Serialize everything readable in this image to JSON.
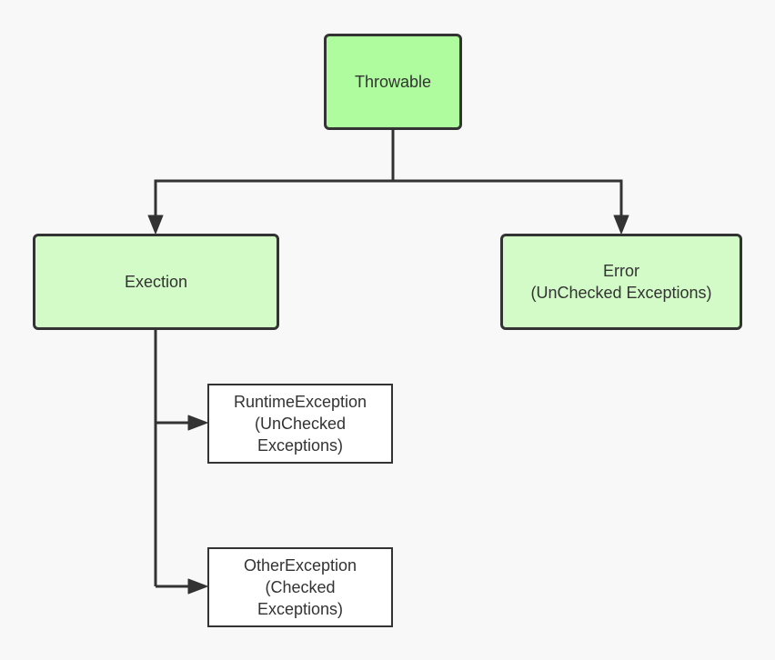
{
  "colors": {
    "background": "#f8f8f8",
    "stroke": "#333333",
    "text": "#333333",
    "root_fill": "#aefc9e",
    "child_fill": "#d2fbc7",
    "leaf_fill": "#ffffff"
  },
  "nodes": {
    "throwable": {
      "lines": [
        "Throwable"
      ]
    },
    "exection": {
      "lines": [
        "Exection"
      ]
    },
    "error": {
      "lines": [
        "Error",
        "(UnChecked Exceptions)"
      ]
    },
    "runtime": {
      "lines": [
        "RuntimeException",
        "(UnChecked",
        "Exceptions)"
      ]
    },
    "other": {
      "lines": [
        "OtherException",
        "(Checked",
        "Exceptions)"
      ]
    }
  }
}
